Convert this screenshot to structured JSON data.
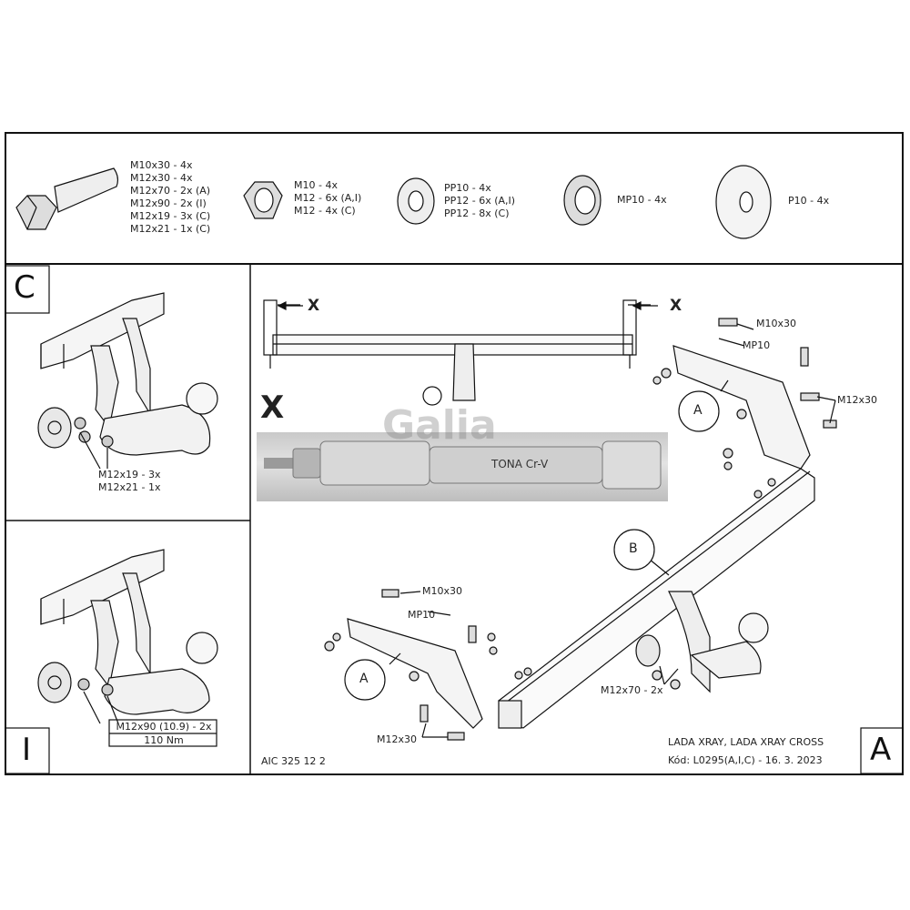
{
  "parts": {
    "bolts": [
      "M10x30 - 4x",
      "M12x30 - 4x",
      "M12x70 - 2x (A)",
      "M12x90 - 2x (I)",
      "M12x19 - 3x (C)",
      "M12x21 - 1x (C)"
    ],
    "nuts": [
      "M10 - 4x",
      "M12 - 6x (A,I)",
      "M12 - 4x (C)"
    ],
    "washers": [
      "PP10 - 4x",
      "PP12 - 6x (A,I)",
      "PP12 - 8x (C)"
    ],
    "mp_washer": "MP10 - 4x",
    "p_washer": "P10 - 4x"
  },
  "panel_c": {
    "letter": "C",
    "bolts": [
      "M12x19 - 3x",
      "M12x21 - 1x"
    ]
  },
  "panel_i": {
    "letter": "I",
    "bolt": "M12x90 (10.9) - 2x",
    "torque": "110 Nm"
  },
  "main": {
    "letter": "A",
    "x_marker": "X",
    "x_label_left": "X",
    "x_label_right": "X",
    "photo_text": "TONA Cr-V",
    "logo": "Galia",
    "callouts": {
      "a_top": "A",
      "a_bottom": "A",
      "b": "B",
      "m10x30_top": "M10x30",
      "mp10_top": "MP10",
      "m12x30_right": "M12x30",
      "m10x30_bottom": "M10x30",
      "mp10_bottom": "MP10",
      "m12x30_bottom": "M12x30",
      "m12x70": "M12x70 - 2x"
    },
    "doc_code": "AIC 325 12 2",
    "vehicle": "LADA XRAY, LADA XRAY CROSS",
    "kod": "Kód: L0295(A,I,C) - 16. 3. 2023"
  }
}
